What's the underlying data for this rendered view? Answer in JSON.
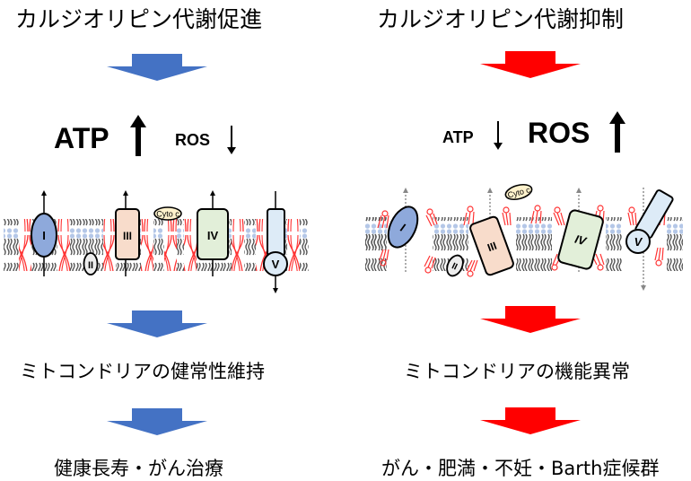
{
  "colors": {
    "promote_arrow": "#4472C4",
    "suppress_arrow": "#FF0000",
    "complex_I": "#8EA9DB",
    "complex_II": "#EDEDED",
    "complex_III": "#F8DCCB",
    "complex_IV": "#E2EFD9",
    "complex_V": "#DDEBF7",
    "cyto_c": "#FFF2CC",
    "cardiolipin": "#FF3333",
    "lipid_tail": "#555555",
    "lipid_head": "#B4C7E7"
  },
  "left": {
    "title": "カルジオリピン代謝促進",
    "atp_label": "ATP",
    "atp_direction": "up",
    "ros_label": "ROS",
    "ros_direction": "down",
    "membrane": {
      "state": "organized",
      "complexes": [
        "I",
        "II",
        "III",
        "IV",
        "V"
      ],
      "cyto_c_label": "Cyto c"
    },
    "outcome_1": "ミトコンドリアの健常性維持",
    "outcome_2": "健康長寿・がん治療"
  },
  "right": {
    "title": "カルジオリピン代謝抑制",
    "atp_label": "ATP",
    "atp_direction": "down",
    "ros_label": "ROS",
    "ros_direction": "up",
    "membrane": {
      "state": "disorganized",
      "complexes": [
        "I",
        "II",
        "III",
        "IV",
        "V"
      ],
      "cyto_c_label": "Cyto c"
    },
    "outcome_1": "ミトコンドリアの機能異常",
    "outcome_2": "がん・肥満・不妊・Barth症候群"
  }
}
